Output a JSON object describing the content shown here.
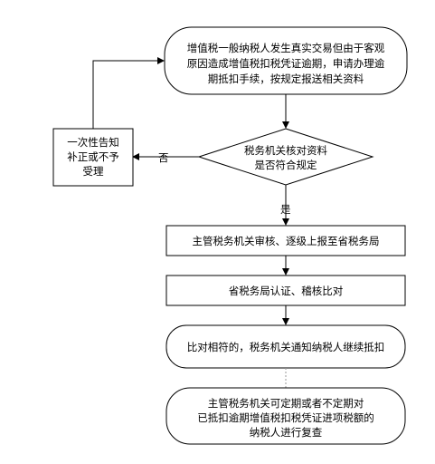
{
  "flowchart": {
    "start_node": {
      "lines": [
        "增值税一般纳税人发生真实交易但由于客观",
        "原因造成增值税扣税凭证逾期，申请办理逾",
        "期抵扣手续，按规定报送相关资料"
      ]
    },
    "decision_node": {
      "lines": [
        "税务机关核对资料",
        "是否符合规定"
      ]
    },
    "reject_node": {
      "lines": [
        "一次性告知",
        "补正或不予",
        "受理"
      ]
    },
    "branch_no_label": "否",
    "branch_yes_label": "是",
    "step_review": {
      "text": "主管税务机关审核、逐级上报至省税务局"
    },
    "step_verify": {
      "text": "省税务局认证、稽核比对"
    },
    "step_notify": {
      "text": "比对相符的，税务机关通知纳税人继续抵扣"
    },
    "end_node": {
      "lines": [
        "主管税务机关可定期或者不定期对",
        "已抵扣逾期增值税扣税凭证进项税额的",
        "纳税人进行复查"
      ]
    }
  }
}
